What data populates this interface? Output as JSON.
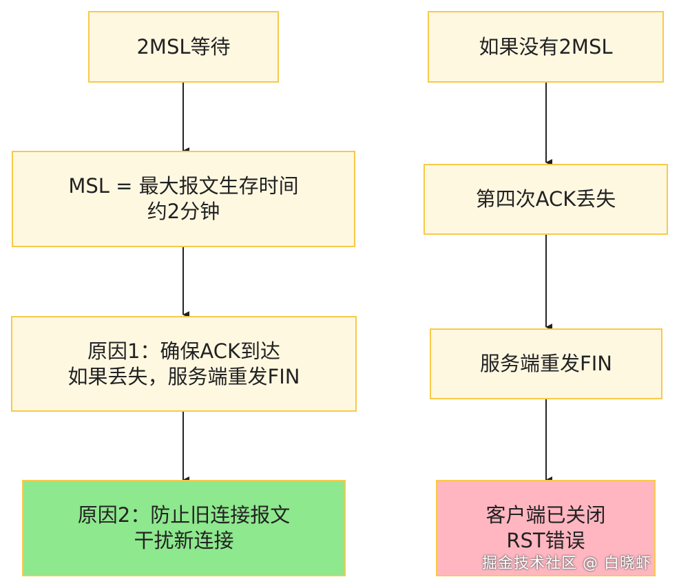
{
  "left_column": {
    "box1": {
      "line1": "2MSL等待"
    },
    "box2": {
      "line1": "MSL = 最大报文生存时间",
      "line2": "约2分钟"
    },
    "box3": {
      "line1": "原因1：确保ACK到达",
      "line2": "如果丢失，服务端重发FIN"
    },
    "box4": {
      "line1": "原因2：防止旧连接报文",
      "line2": "干扰新连接"
    }
  },
  "right_column": {
    "box1": {
      "line1": "如果没有2MSL"
    },
    "box2": {
      "line1": "第四次ACK丢失"
    },
    "box3": {
      "line1": "服务端重发FIN"
    },
    "box4": {
      "line1": "客户端已关闭",
      "line2": "RST错误"
    }
  },
  "watermark": "掘金技术社区 @ 白晓虾",
  "colors": {
    "box_fill": "#fff8e1",
    "box_border": "#f7c948",
    "highlight_green": "#8ee88e",
    "highlight_pink": "#ffb6c1",
    "arrow": "#222222"
  }
}
